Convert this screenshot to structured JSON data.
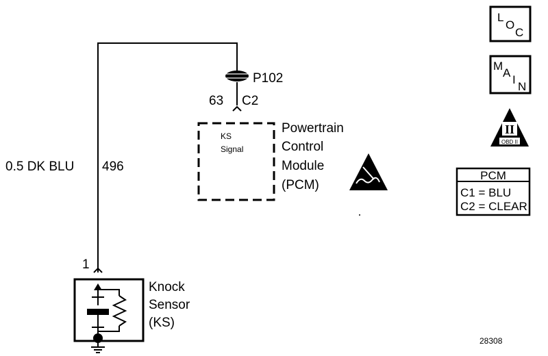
{
  "wire": {
    "size_color": "0.5 DK BLU",
    "circuit": "496"
  },
  "connector": {
    "id": "P102",
    "pin": "63",
    "connector_name": "C2"
  },
  "pcm": {
    "signal_line1": "KS",
    "signal_line2": "Signal",
    "name_lines": [
      "Powertrain",
      "Control",
      "Module",
      "(PCM)"
    ]
  },
  "sensor": {
    "pin": "1",
    "name_lines": [
      "Knock",
      "Sensor",
      "(KS)"
    ]
  },
  "icons": {
    "loc": [
      "L",
      "O",
      "C"
    ],
    "main": [
      "M",
      "A",
      "I",
      "N"
    ],
    "obd": {
      "numeral": "II",
      "label": "OBD II"
    },
    "esd": "esd-warning-icon"
  },
  "pcm_table": {
    "title": "PCM",
    "rows": [
      "C1 = BLU",
      "C2 = CLEAR"
    ]
  },
  "figure_number": "28308"
}
